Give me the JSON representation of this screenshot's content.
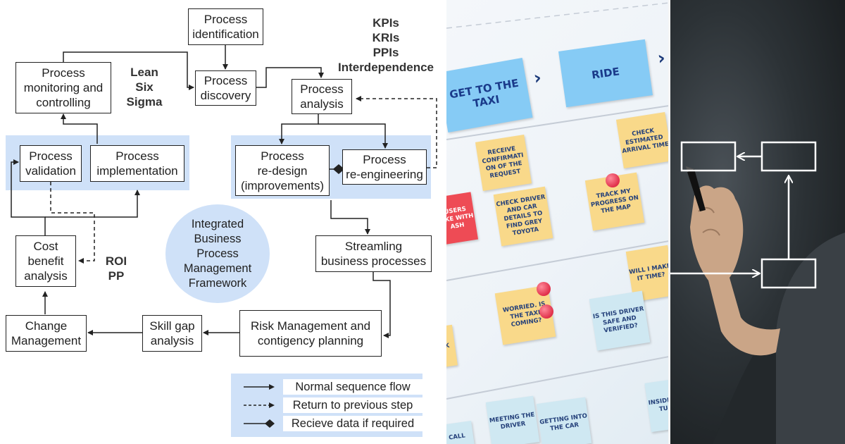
{
  "flowchart": {
    "nodes": {
      "process_identification": "Process\nidentification",
      "process_discovery": "Process\ndiscovery",
      "process_monitoring": "Process\nmonitoring and\ncontrolling",
      "process_analysis": "Process\nanalysis",
      "process_validation": "Process\nvalidation",
      "process_implementation": "Process\nimplementation",
      "process_redesign": "Process\nre-design\n(improvements)",
      "process_reengineering": "Process\nre-engineering",
      "cost_benefit": "Cost\nbenefit\nanalysis",
      "streamlining": "Streamling\nbusiness processes",
      "change_management": "Change\nManagement",
      "skill_gap": "Skill gap\nanalysis",
      "risk_management": "Risk Management and\ncontigency planning"
    },
    "notes": {
      "lean_six_sigma": "Lean\nSix\nSigma",
      "kpis": "KPIs\nKRIs\nPPIs\nInterdependence",
      "roi_pp": "ROI\nPP"
    },
    "center_circle": "Integrated\nBusiness\nProcess\nManagement\nFramework",
    "legend": [
      {
        "style": "solid-arrow",
        "label": "Normal sequence flow"
      },
      {
        "style": "dashed-arrow",
        "label": "Return to previous step"
      },
      {
        "style": "diamond",
        "label": "Recieve data if required"
      }
    ],
    "colors": {
      "band": "#cfe1f8",
      "line": "#222222",
      "text": "#1f1f1f"
    }
  },
  "sticky_board": {
    "headers": [
      "GET TO THE TAXI",
      "RIDE"
    ],
    "notes": [
      "RECEIVE CONFIRMATI ON OF THE REQUEST",
      "CHECK ESTIMATED ARRIVAL TIME",
      "USERS LIKE WITH ASH",
      "CHECK DRIVER AND CAR DETAILS TO FIND GREY TOYOTA",
      "TRACK MY PROGRESS ON THE MAP",
      "WILL I MAKE IT TIME?",
      "WORRIED. IS THE TAXI COMING?",
      "IS THIS DRIVER SAFE AND VERIFIED?",
      "MEETING THE DRIVER",
      "GETTING INTO THE CAR",
      "INSIDE AT TUR",
      "CALL",
      "K"
    ],
    "colors": {
      "header_note": "#86cbf5",
      "yellow_note": "#f9d98a",
      "red_note": "#ee4b55",
      "blue_note": "#cfe8f2",
      "ink": "#24407a"
    }
  },
  "hand_diagram": {
    "icons": [
      "pen-icon",
      "hand-icon"
    ],
    "colors": {
      "stroke": "#ffffff",
      "background": "#2c3236"
    }
  }
}
